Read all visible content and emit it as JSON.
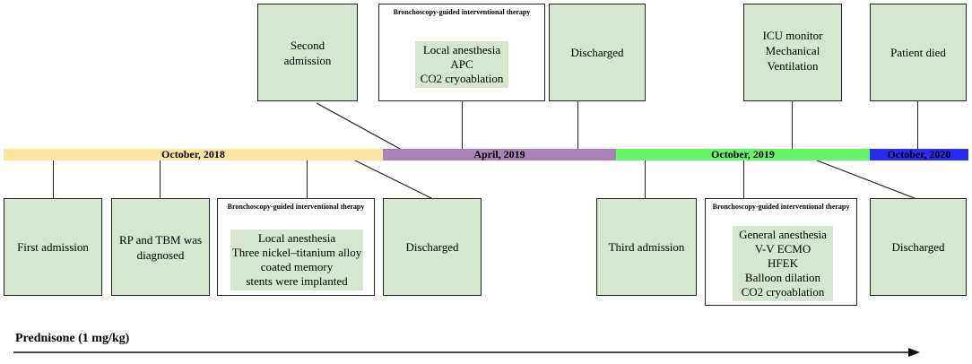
{
  "timeline": {
    "segments": [
      {
        "label": "October, 2018",
        "color": "#fde4a0"
      },
      {
        "label": "April, 2019",
        "color": "#a882b8"
      },
      {
        "label": "October, 2019",
        "color": "#66f566"
      },
      {
        "label": "October, 2020",
        "color": "#2a2af0"
      }
    ]
  },
  "top_events": {
    "second_admission": {
      "line1": "Second",
      "line2": "admission"
    },
    "therapy_1": {
      "header": "Bronchoscopy-guided interventional therapy",
      "items": [
        "Local anesthesia",
        "APC",
        "CO2 cryoablation"
      ]
    },
    "discharged_1": "Discharged",
    "icu": {
      "line1": "ICU monitor",
      "line2": "Mechanical",
      "line3": "Ventilation"
    },
    "died": "Patient died"
  },
  "bottom_events": {
    "first_admission": "First admission",
    "diagnosed": {
      "line1": "RP and TBM was",
      "line2": "diagnosed"
    },
    "therapy_2": {
      "header": "Bronchoscopy-guided interventional therapy",
      "items": [
        "Local anesthesia",
        "Three nickel–titanium alloy",
        "coated memory",
        "stents were implanted"
      ]
    },
    "discharged_2": "Discharged",
    "third_admission": "Third admission",
    "therapy_3": {
      "header": "Bronchoscopy-guided interventional therapy",
      "items": [
        "General anesthesia",
        "V-V ECMO",
        "HFEK",
        "Balloon dilation",
        "CO2 cryoablation"
      ]
    },
    "discharged_3": "Discharged"
  },
  "prednisone": {
    "label": "Prednisone (1 mg/kg)"
  }
}
